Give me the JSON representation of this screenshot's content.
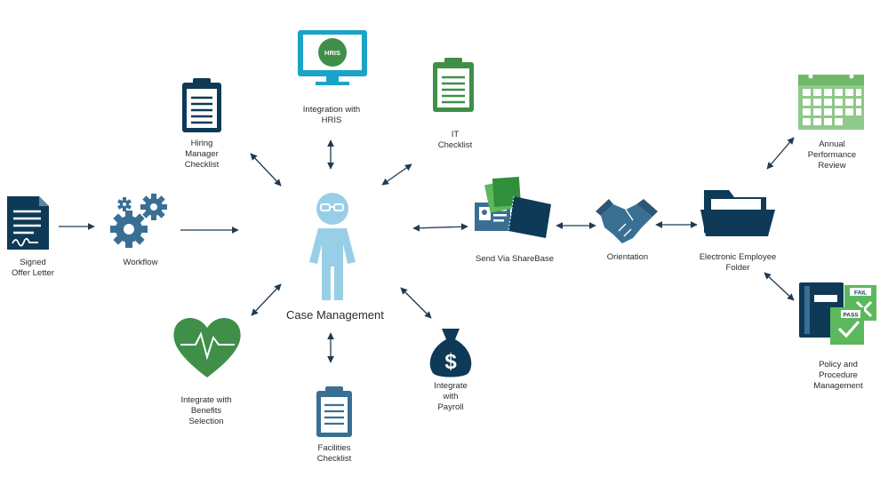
{
  "nodes": {
    "signed_offer_letter": "Signed\nOffer Letter",
    "workflow": "Workflow",
    "hiring_manager_checklist": "Hiring\nManager\nChecklist",
    "integration_hris": "Integration with\nHRIS",
    "hris_badge": "HRIS",
    "it_checklist": "IT\nChecklist",
    "case_management": "Case Management",
    "benefits": "Integrate with\nBenefits\nSelection",
    "facilities_checklist": "Facilities\nChecklist",
    "payroll": "Integrate\nwith\nPayroll",
    "sharebase": "Send Via ShareBase",
    "orientation": "Orientation",
    "employee_folder": "Electronic Employee\nFolder",
    "performance_review": "Annual\nPerformance\nReview",
    "policy": "Policy and\nProcedure\nManagement",
    "fail_tag": "FAIL",
    "pass_tag": "PASS"
  },
  "colors": {
    "navy": "#0e3a57",
    "steel_blue": "#3a6f94",
    "green": "#3f8f49",
    "light_green": "#8fc98a",
    "person_blue": "#99cfe6",
    "cyan": "#1aa3c7",
    "arrow": "#1f3a52"
  }
}
